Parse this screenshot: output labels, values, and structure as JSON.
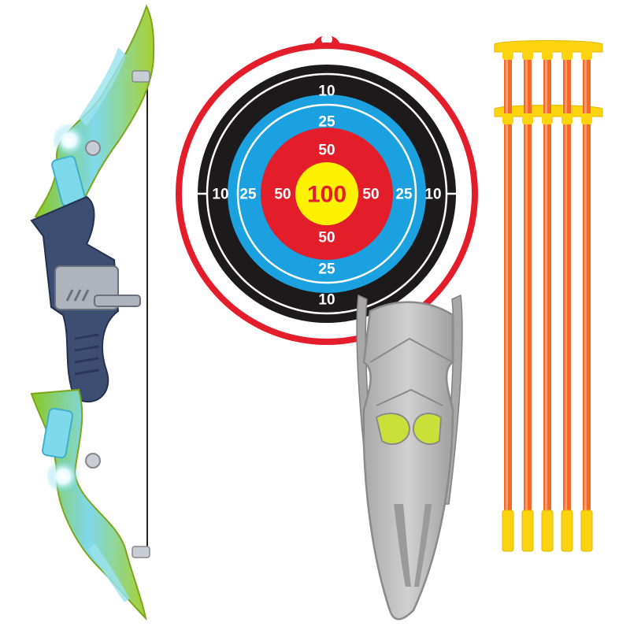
{
  "target": {
    "center_label": "100",
    "red_ring_label": "50",
    "blue_ring_label": "25",
    "black_ring_label": "10"
  },
  "colors": {
    "target_red": "#e31d2a",
    "target_black": "#1d1a1b",
    "target_blue": "#1ba1e0",
    "target_yellow": "#fff200",
    "bow_limb_green": "#a6d12f",
    "bow_limb_cyan": "#5fd3e8",
    "bow_grip_navy": "#3d4e73",
    "quiver_gray": "#b8b8b8",
    "arrow_shaft_orange": "#f4682a",
    "arrow_tip_yellow": "#fcd30f"
  },
  "icons": [
    "bow-icon",
    "target-icon",
    "quiver-icon",
    "arrow-icon"
  ]
}
